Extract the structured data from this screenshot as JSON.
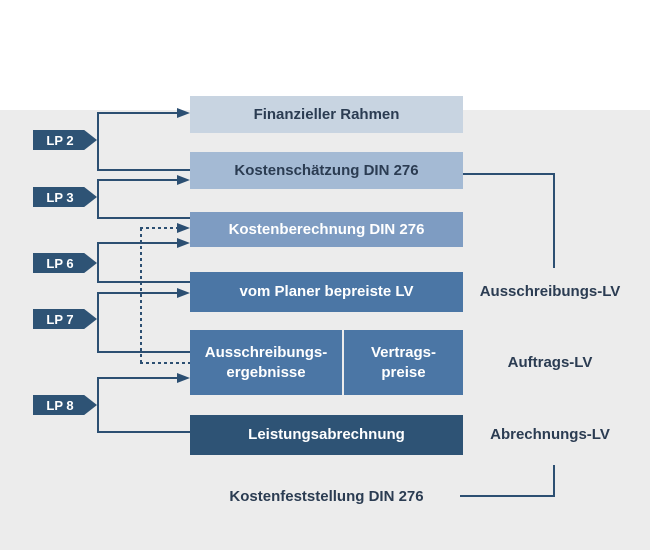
{
  "diagram": {
    "background": {
      "top_band_color": "#ffffff",
      "canvas_color": "#ececec"
    },
    "line_color": "#2c4f72",
    "boxes": [
      {
        "id": "finanzieller-rahmen",
        "label": "Finanzieller Rahmen",
        "fill": "#c8d4e1",
        "text_color": "#2b3c52"
      },
      {
        "id": "kostenschaetzung",
        "label": "Kostenschätzung DIN 276",
        "fill": "#a4bad4",
        "text_color": "#2b3c52"
      },
      {
        "id": "kostenberechnung",
        "label": "Kostenberechnung DIN 276",
        "fill": "#7e9cc2",
        "text_color": "#ffffff"
      },
      {
        "id": "bepreiste-lv",
        "label": "vom Planer bepreiste LV",
        "fill": "#4b76a5",
        "text_color": "#ffffff"
      },
      {
        "id": "ausschreibungsergebnisse",
        "label_line1": "Ausschreibungs-",
        "label_line2": "ergebnisse",
        "fill": "#4b76a5",
        "text_color": "#ffffff"
      },
      {
        "id": "vertragspreise",
        "label_line1": "Vertrags-",
        "label_line2": "preise",
        "fill": "#4b76a5",
        "text_color": "#ffffff"
      },
      {
        "id": "leistungsabrechnung",
        "label": "Leistungsabrechnung",
        "fill": "#2e5375",
        "text_color": "#ffffff"
      }
    ],
    "phase_badges": [
      {
        "label": "LP 2"
      },
      {
        "label": "LP 3"
      },
      {
        "label": "LP 6"
      },
      {
        "label": "LP 7"
      },
      {
        "label": "LP 8"
      }
    ],
    "side_labels": [
      {
        "label": "Ausschreibungs-LV"
      },
      {
        "label": "Auftrags-LV"
      },
      {
        "label": "Abrechnungs-LV"
      }
    ],
    "footer_label": "Kostenfeststellung DIN 276"
  }
}
